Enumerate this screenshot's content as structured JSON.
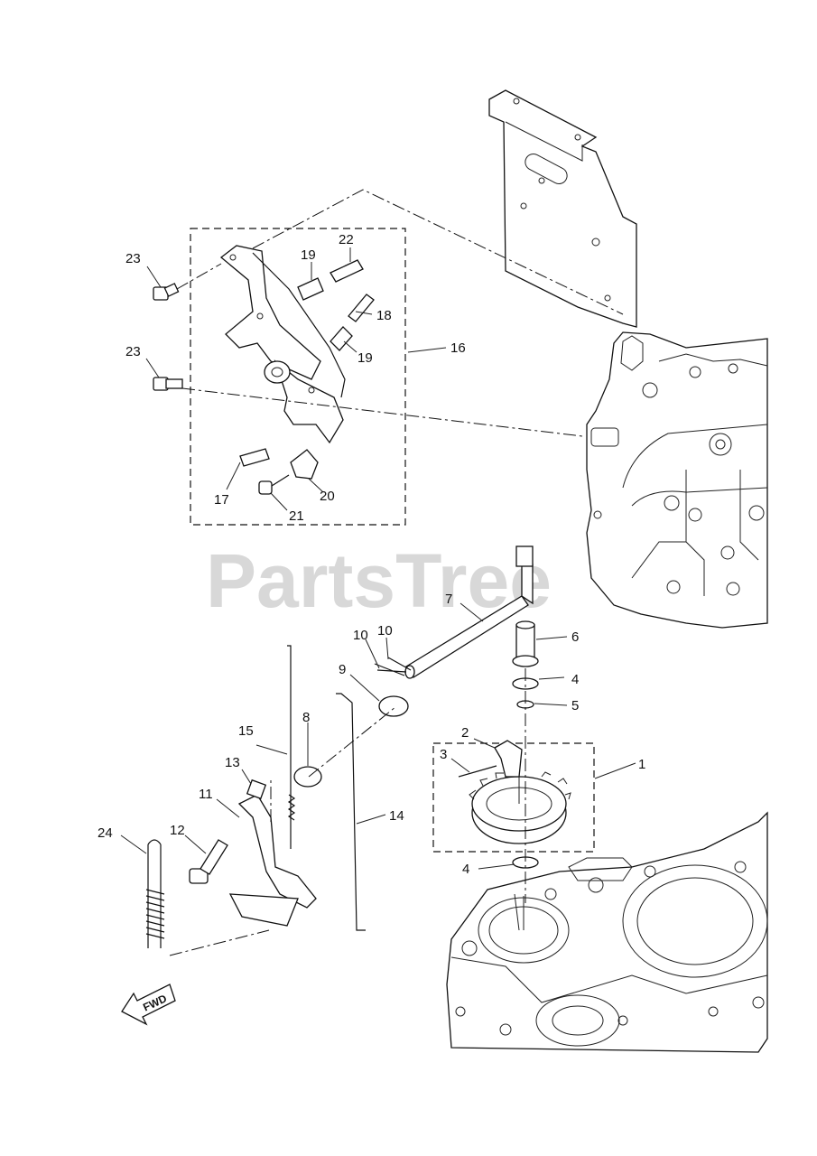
{
  "watermark": "PartsTree",
  "direction_label": "FWD",
  "callouts": [
    {
      "id": "c1",
      "text": "1"
    },
    {
      "id": "c2",
      "text": "2"
    },
    {
      "id": "c3",
      "text": "3"
    },
    {
      "id": "c4a",
      "text": "4"
    },
    {
      "id": "c4b",
      "text": "4"
    },
    {
      "id": "c5",
      "text": "5"
    },
    {
      "id": "c6",
      "text": "6"
    },
    {
      "id": "c7",
      "text": "7"
    },
    {
      "id": "c8",
      "text": "8"
    },
    {
      "id": "c9",
      "text": "9"
    },
    {
      "id": "c10a",
      "text": "10"
    },
    {
      "id": "c10b",
      "text": "10"
    },
    {
      "id": "c11",
      "text": "11"
    },
    {
      "id": "c12",
      "text": "12"
    },
    {
      "id": "c13",
      "text": "13"
    },
    {
      "id": "c14",
      "text": "14"
    },
    {
      "id": "c15",
      "text": "15"
    },
    {
      "id": "c16",
      "text": "16"
    },
    {
      "id": "c17",
      "text": "17"
    },
    {
      "id": "c18",
      "text": "18"
    },
    {
      "id": "c19a",
      "text": "19"
    },
    {
      "id": "c19b",
      "text": "19"
    },
    {
      "id": "c20",
      "text": "20"
    },
    {
      "id": "c21",
      "text": "21"
    },
    {
      "id": "c22",
      "text": "22"
    },
    {
      "id": "c23a",
      "text": "23"
    },
    {
      "id": "c23b",
      "text": "23"
    },
    {
      "id": "c24",
      "text": "24"
    }
  ]
}
